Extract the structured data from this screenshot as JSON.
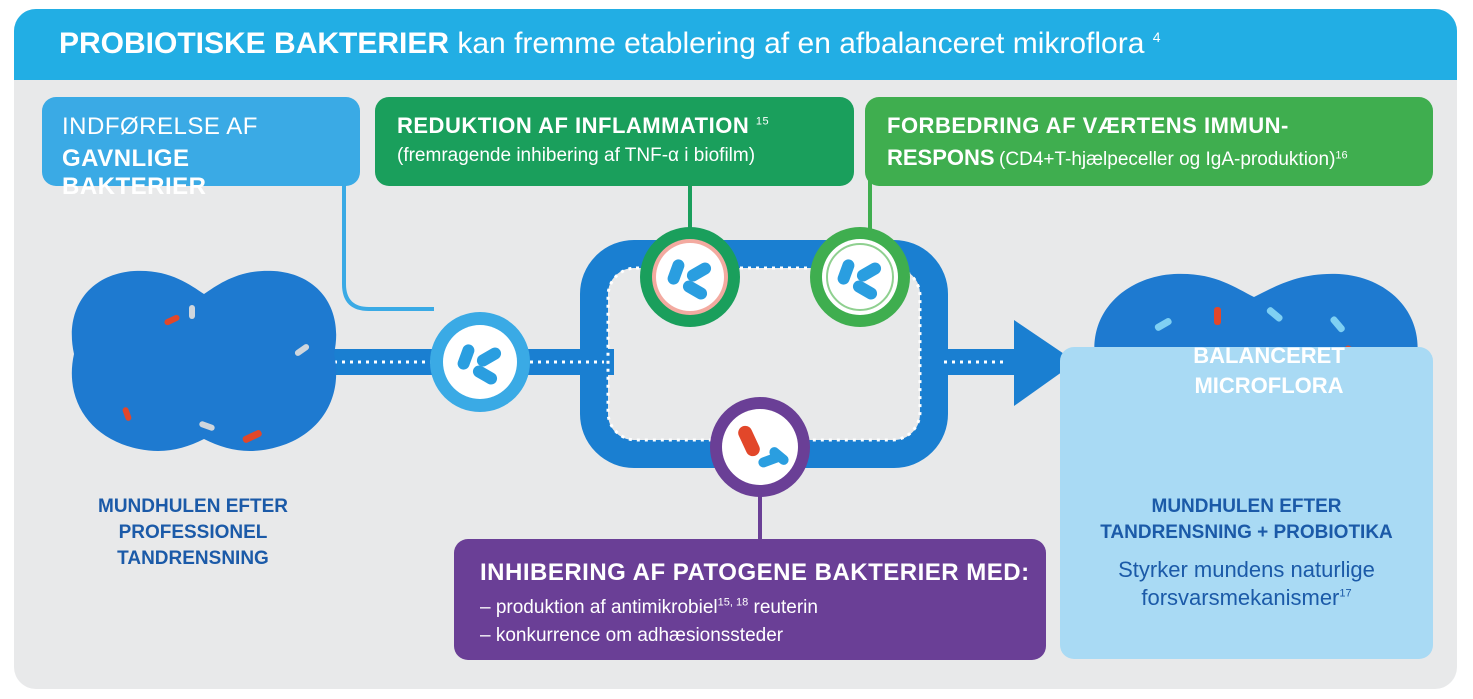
{
  "header": {
    "title_bold": "PROBIOTISKE BAKTERIER",
    "title_rest": "kan fremme etablering af en afbalanceret mikroflora",
    "title_ref": "4"
  },
  "intro_box": {
    "line1": "INDFØRELSE AF",
    "line2": "GAVNLIGE BAKTERIER"
  },
  "inflammation_box": {
    "title": "REDUKTION AF INFLAMMATION",
    "title_ref": "15",
    "subtitle": "(fremragende inhibering af TNF-α i biofilm)"
  },
  "immune_box": {
    "title_line1": "FORBEDRING AF VÆRTENS  IMMUN-",
    "title_line2_bold": "RESPONS",
    "title_line2_rest": "(CD4+T-hjælpeceller og IgA-produktion)",
    "ref": "16"
  },
  "inhibition_box": {
    "title": "INHIBERING AF PATOGENE BAKTERIER MED:",
    "item1_pre": "– produktion af antimikrobiel",
    "item1_ref": "15, 18",
    "item1_post": "reuterin",
    "item2": "– konkurrence om adhæsionssteder"
  },
  "left_caption": {
    "line1": "MUNDHULEN EFTER",
    "line2": "PROFESSIONEL",
    "line3": "TANDRENSNING"
  },
  "right_label": {
    "line1": "BALANCERET",
    "line2": "MICROFLORA"
  },
  "right_caption": {
    "line1": "MUNDHULEN EFTER",
    "line2": "TANDRENSNING + PROBIOTIKA",
    "sub1": "Styrker mundens naturlige",
    "sub2": "forsvarsmekanismer",
    "sub_ref": "17"
  },
  "colors": {
    "header": "#22aee4",
    "intro": "#3aaae5",
    "inflammation": "#1a9f5c",
    "immune": "#3fae4f",
    "inhibition": "#6a3f96",
    "flow": "#1a7fd1",
    "mouth": "#1e7ad0",
    "pathogen": "#e2472a"
  },
  "icons": [
    "bacteria-icon",
    "pathogen-bacteria-icon",
    "mouth-icon",
    "arrow-right-icon"
  ]
}
